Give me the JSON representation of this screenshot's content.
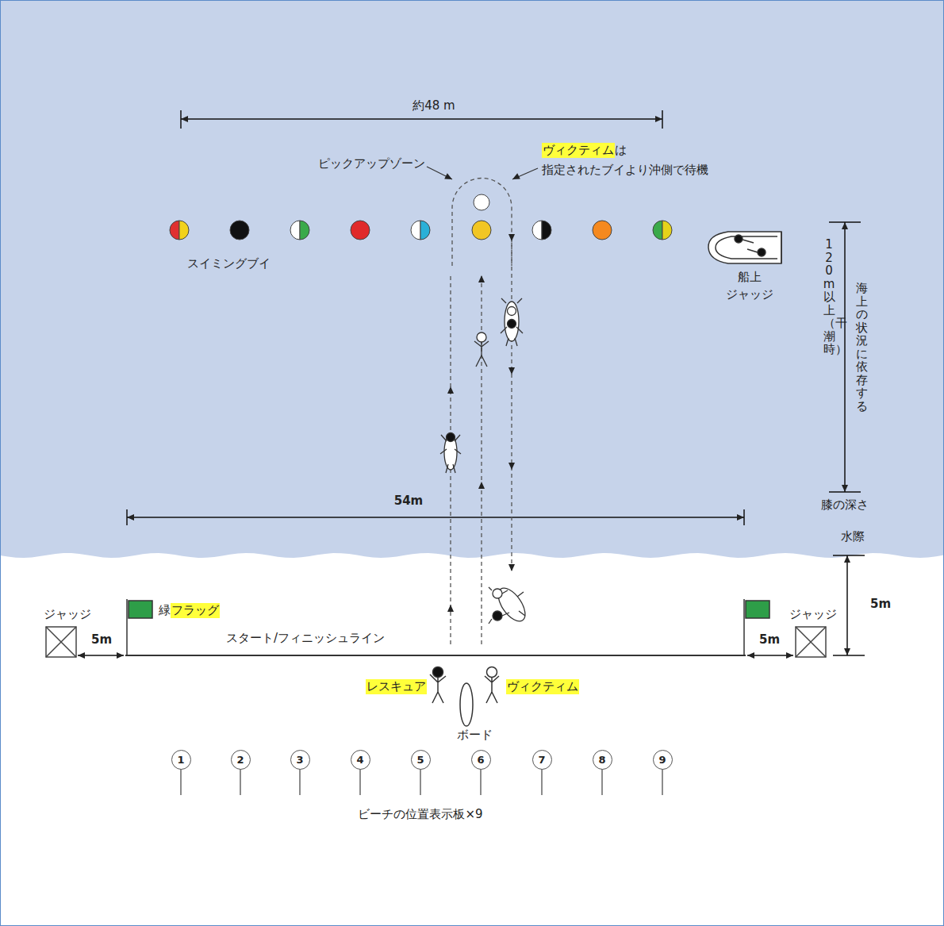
{
  "diagram": {
    "nodes": [
      {
        "text": [
          "1"
        ]
      },
      {
        "text": [
          "2"
        ]
      },
      {
        "text": [
          "3"
        ]
      },
      {
        "text": [
          "4"
        ]
      },
      {
        "text": [
          "5"
        ]
      },
      {
        "text": [
          "6"
        ]
      },
      {
        "text": [
          "7"
        ]
      },
      {
        "text": [
          "8"
        ]
      },
      {
        "text": [
          "9"
        ]
      }
    ],
    "labels": [
      "約48 m",
      "ピックアップゾーン",
      "ヴィクティム",
      "は",
      "指定されたブイより沖側で待機",
      "スイミングブイ",
      "船上",
      "ジャッジ",
      "120 m以上（干潮時）",
      "海上の状況に依存する",
      "54m",
      "膝の深さ",
      "水際",
      "5m",
      "ジャッジ",
      "緑",
      "フラッグ",
      "ジャッジ",
      "5m",
      "スタート/フィニッシュライン",
      "5m",
      "レスキュア",
      "ヴィクティム",
      "ボード",
      "ビーチの位置表示板×9"
    ]
  }
}
